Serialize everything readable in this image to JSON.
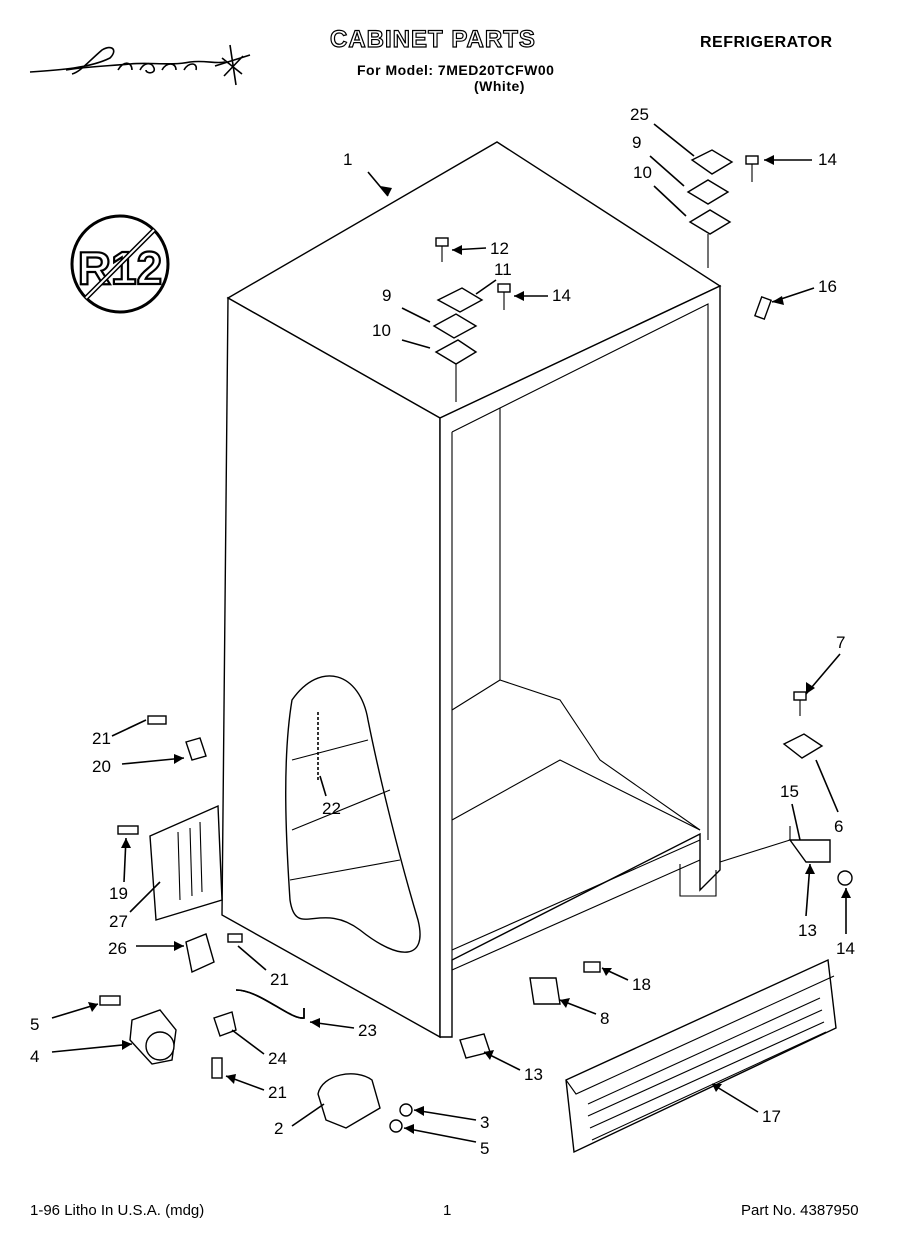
{
  "header": {
    "brand": "Acros",
    "title": "CABINET PARTS",
    "model_line": "For Model: 7MED20TCFW00",
    "color_line": "(White)",
    "appliance": "REFRIGERATOR"
  },
  "badge": {
    "text": "R12",
    "meaning": "no-r12-symbol"
  },
  "callouts": [
    "1",
    "25",
    "9",
    "14",
    "10",
    "12",
    "11",
    "9",
    "14",
    "10",
    "16",
    "7",
    "21",
    "20",
    "22",
    "6",
    "15",
    "19",
    "27",
    "13",
    "14",
    "26",
    "21",
    "18",
    "5",
    "8",
    "23",
    "4",
    "24",
    "13",
    "21",
    "17",
    "3",
    "2",
    "5"
  ],
  "footer": {
    "left": "1-96 Litho In U.S.A. (mdg)",
    "center": "1",
    "right": "Part No. 4387950"
  }
}
